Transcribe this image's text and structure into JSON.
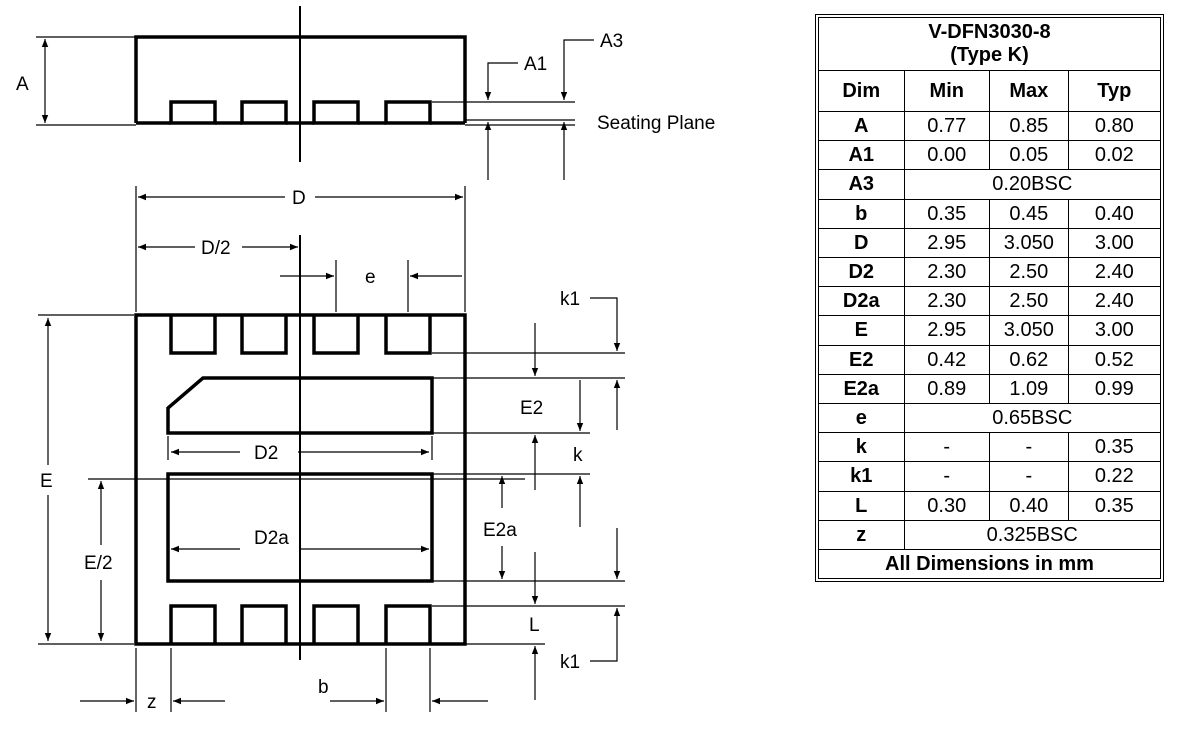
{
  "drawing": {
    "side_view": {
      "labels": {
        "A": "A",
        "A1": "A1",
        "A3": "A3",
        "seating_plane": "Seating Plane"
      }
    },
    "bottom_view": {
      "labels": {
        "D": "D",
        "D_half": "D/2",
        "e": "e",
        "k1_top": "k1",
        "E2": "E2",
        "k": "k",
        "D2": "D2",
        "E": "E",
        "E2a": "E2a",
        "E_half": "E/2",
        "D2a": "D2a",
        "L": "L",
        "k1_bottom": "k1",
        "z": "z",
        "b": "b"
      }
    }
  },
  "table": {
    "title_line1": "V-DFN3030-8",
    "title_line2": "(Type K)",
    "headers": [
      "Dim",
      "Min",
      "Max",
      "Typ"
    ],
    "rows": [
      {
        "dim": "A",
        "min": "0.77",
        "max": "0.85",
        "typ": "0.80"
      },
      {
        "dim": "A1",
        "min": "0.00",
        "max": "0.05",
        "typ": "0.02"
      },
      {
        "dim": "A3",
        "span": "0.20BSC"
      },
      {
        "dim": "b",
        "min": "0.35",
        "max": "0.45",
        "typ": "0.40"
      },
      {
        "dim": "D",
        "min": "2.95",
        "max": "3.050",
        "typ": "3.00"
      },
      {
        "dim": "D2",
        "min": "2.30",
        "max": "2.50",
        "typ": "2.40"
      },
      {
        "dim": "D2a",
        "min": "2.30",
        "max": "2.50",
        "typ": "2.40"
      },
      {
        "dim": "E",
        "min": "2.95",
        "max": "3.050",
        "typ": "3.00"
      },
      {
        "dim": "E2",
        "min": "0.42",
        "max": "0.62",
        "typ": "0.52"
      },
      {
        "dim": "E2a",
        "min": "0.89",
        "max": "1.09",
        "typ": "0.99"
      },
      {
        "dim": "e",
        "span": "0.65BSC"
      },
      {
        "dim": "k",
        "min": "-",
        "max": "-",
        "typ": "0.35"
      },
      {
        "dim": "k1",
        "min": "-",
        "max": "-",
        "typ": "0.22"
      },
      {
        "dim": "L",
        "min": "0.30",
        "max": "0.40",
        "typ": "0.35"
      },
      {
        "dim": "z",
        "span": "0.325BSC"
      }
    ],
    "footer": "All Dimensions in mm"
  }
}
